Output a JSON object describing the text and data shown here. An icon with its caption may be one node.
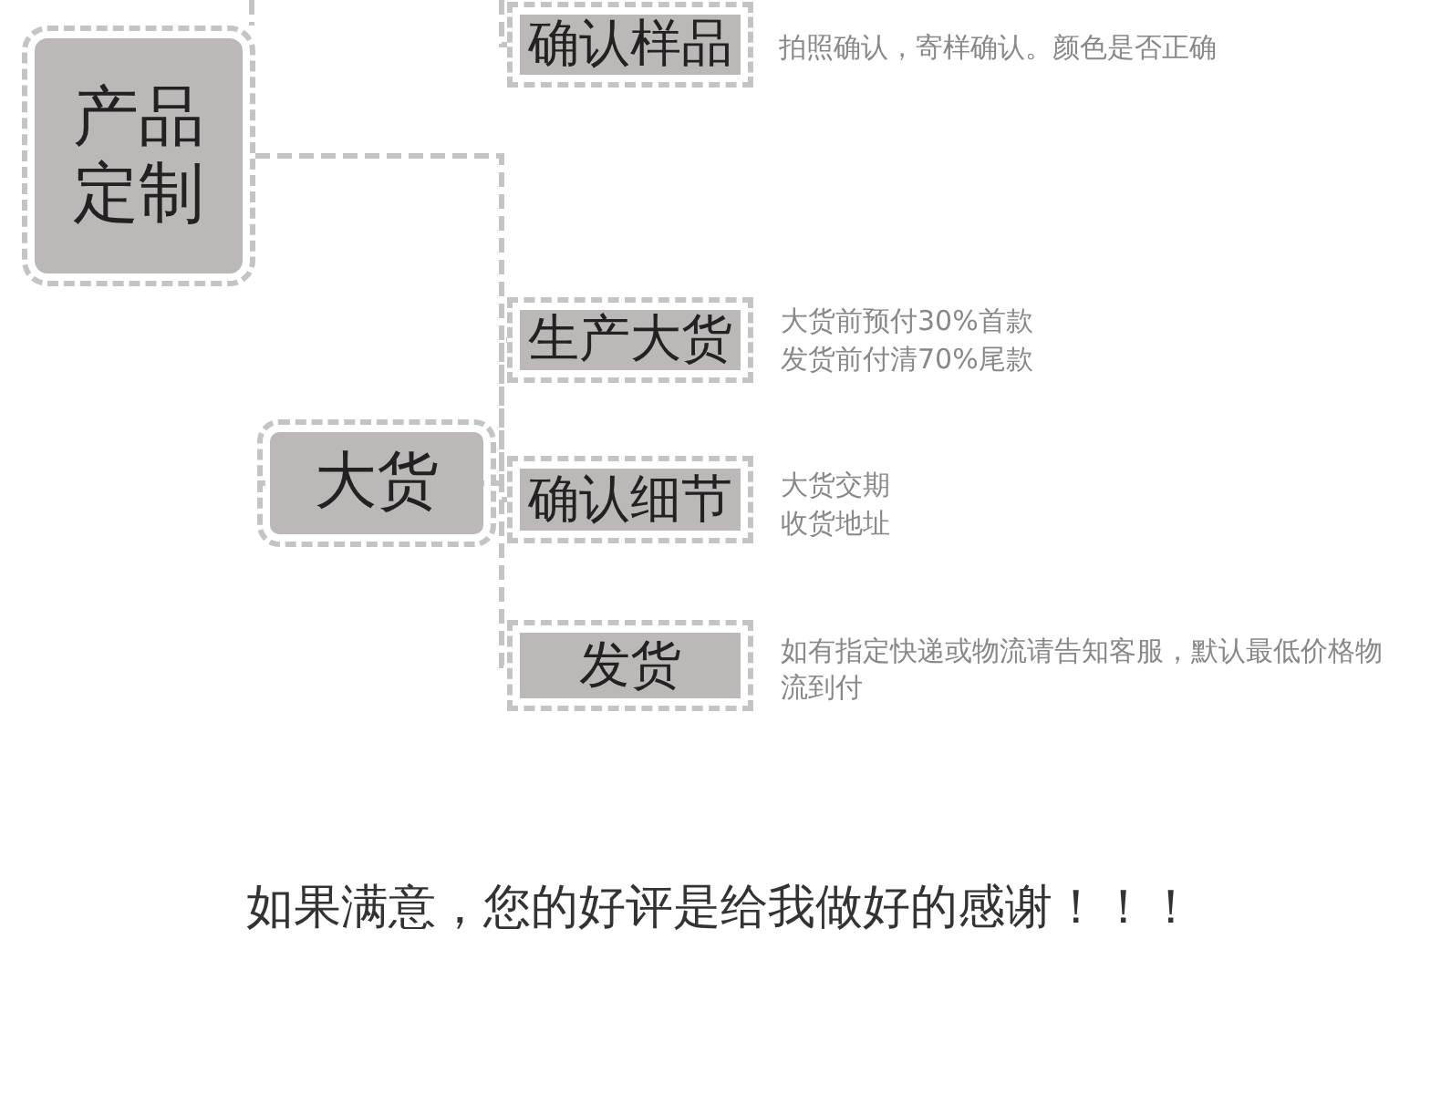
{
  "diagram": {
    "caption": "如果满意，您的好评是给我做好的感谢！！！",
    "nodes": [
      {
        "text": [
          "产品定制"
        ]
      },
      {
        "text": [
          "确认样品"
        ],
        "beside": [
          "拍照确认，寄样确认。颜色是否正确"
        ]
      },
      {
        "text": [
          "大货"
        ]
      },
      {
        "text": [
          "生产大货"
        ],
        "beside": [
          "大货前预付30%首款",
          "发货前付清70%尾款"
        ]
      },
      {
        "text": [
          "确认细节"
        ],
        "beside": [
          "大货交期",
          "收货地址"
        ]
      },
      {
        "text": [
          "发货"
        ],
        "beside": [
          "如有指定快递或物流请告知客服，默认最低价格物流到付"
        ]
      }
    ],
    "edges": [
      {
        "from": null,
        "to": 0,
        "arrow": "none"
      },
      {
        "from": null,
        "to": 1,
        "arrow": "none"
      },
      {
        "from": 0,
        "to": 2,
        "arrow": "none"
      },
      {
        "from": 2,
        "to": 3,
        "arrow": "none"
      },
      {
        "from": 2,
        "to": 4,
        "arrow": "none"
      },
      {
        "from": 2,
        "to": 5,
        "arrow": "none"
      }
    ]
  }
}
